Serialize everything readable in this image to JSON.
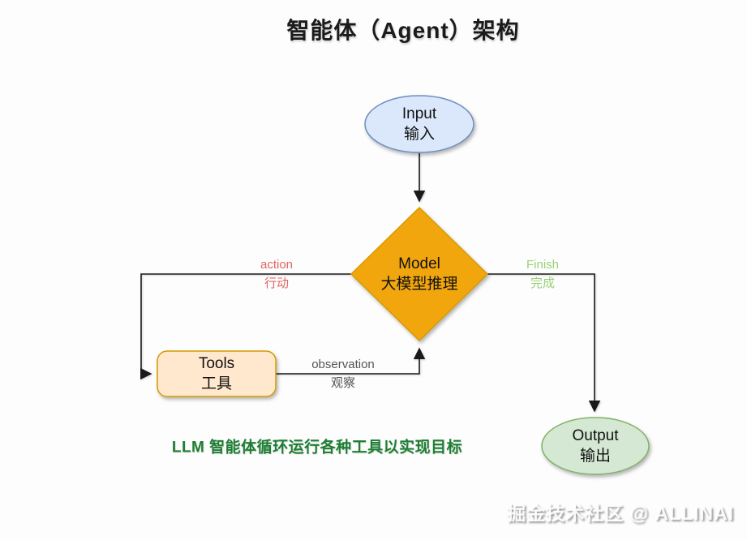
{
  "title": "智能体（Agent）架构",
  "nodes": {
    "input": {
      "en": "Input",
      "zh": "输入",
      "fill": "#dbe8fb",
      "stroke": "#6c8ebf"
    },
    "model": {
      "en": "Model",
      "zh": "大模型推理",
      "fill": "#f2a60d",
      "stroke": "#d79b00"
    },
    "tools": {
      "en": "Tools",
      "zh": "工具",
      "fill": "#ffe8cd",
      "stroke": "#d79b00"
    },
    "output": {
      "en": "Output",
      "zh": "输出",
      "fill": "#d5e8d4",
      "stroke": "#82b366"
    }
  },
  "edges": {
    "action": {
      "en": "action",
      "zh": "行动",
      "color": "#e06666"
    },
    "finish": {
      "en": "Finish",
      "zh": "完成",
      "color": "#97d077"
    },
    "observation": {
      "en": "observation",
      "zh": "观察",
      "color": "#555555"
    }
  },
  "caption": "LLM 智能体循环运行各种工具以实现目标",
  "caption_color": "#1e7e34",
  "watermark": "掘金技术社区 @ ALLINAI"
}
